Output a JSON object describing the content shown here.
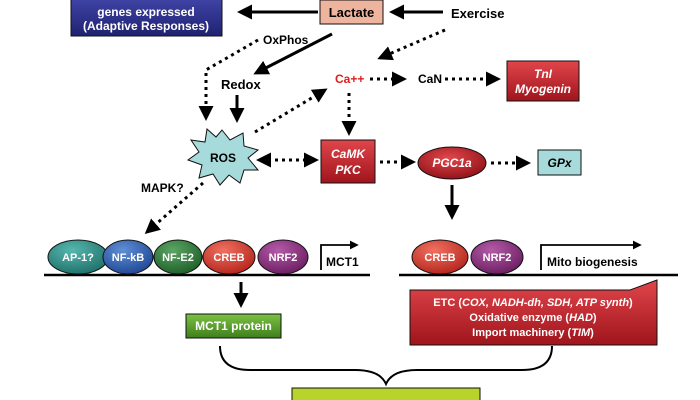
{
  "boxes": {
    "genes": {
      "line1": "genes expressed",
      "line2": "(Adaptive Responses)"
    },
    "lactate": "Lactate",
    "tni": {
      "line1": "TnI",
      "line2": "Myogenin"
    },
    "camk": {
      "line1": "CaMK",
      "line2": "PKC"
    },
    "gpx": "GPx",
    "mct1_protein": "MCT1 protein"
  },
  "labels": {
    "exercise": "Exercise",
    "oxphos": "OxPhos",
    "redox": "Redox",
    "ca": "Ca++",
    "can": "CaN",
    "ros": "ROS",
    "mapk": "MAPK?",
    "pgc1a": "PGC1a",
    "mct1_gene": "MCT1",
    "mito_biogenesis": "Mito biogenesis"
  },
  "left_factors": [
    "AP-1?",
    "NF-kB",
    "NF-E2",
    "CREB",
    "NRF2"
  ],
  "right_factors": [
    "CREB",
    "NRF2"
  ],
  "mito_box": {
    "line1": {
      "pre": "ETC (",
      "it": "COX, NADH-dh, SDH, ATP synth",
      "post": ")"
    },
    "line2": {
      "pre": "Oxidative enzyme (",
      "it": "HAD",
      "post": ")"
    },
    "line3": {
      "pre": "Import machinery (",
      "it": "TIM",
      "post": ")"
    }
  },
  "colors": {
    "navy_box": "#2b2e8c",
    "lactate_box": "#efb49e",
    "red_box": "#c8202a",
    "ros_fill": "#a7dadb",
    "gpx_fill": "#a7dadb",
    "green_box": "#5aa02c",
    "bottom_box": "#b8d32a",
    "ca_text": "#d8201e",
    "ap1": "#2d8e88",
    "nfkb": "#2f5fb2",
    "nfe2": "#2f7d38",
    "creb": "#d8392b",
    "nrf2": "#8f2f83"
  }
}
